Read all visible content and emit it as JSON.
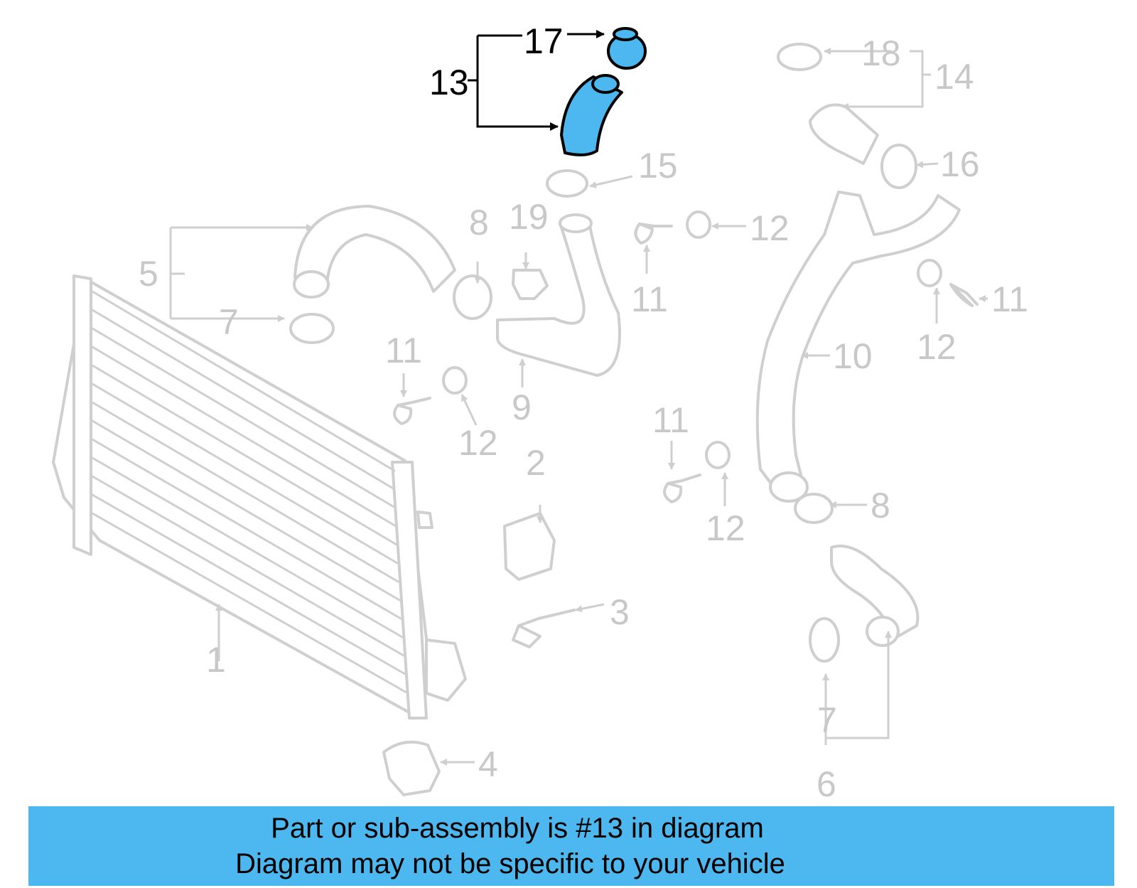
{
  "highlighted_part": "13",
  "callouts": {
    "c1": "1",
    "c2": "2",
    "c3": "3",
    "c4": "4",
    "c5": "5",
    "c6": "6",
    "c7a": "7",
    "c7b": "7",
    "c8a": "8",
    "c8b": "8",
    "c9": "9",
    "c10": "10",
    "c11a": "11",
    "c11b": "11",
    "c11c": "11",
    "c11d": "11",
    "c12a": "12",
    "c12b": "12",
    "c12c": "12",
    "c12d": "12",
    "c13": "13",
    "c14": "14",
    "c15": "15",
    "c16": "16",
    "c17": "17",
    "c18": "18",
    "c19": "19"
  },
  "banner": {
    "line1": "Part or sub-assembly is #13 in diagram",
    "line2": "Diagram may not be specific to your vehicle",
    "color": "#4db8ef"
  },
  "colors": {
    "highlight_fill": "#4db8ef",
    "part_outline": "#cfcfcf",
    "label_text": "#c8c8c8",
    "highlight_outline": "#000000"
  }
}
